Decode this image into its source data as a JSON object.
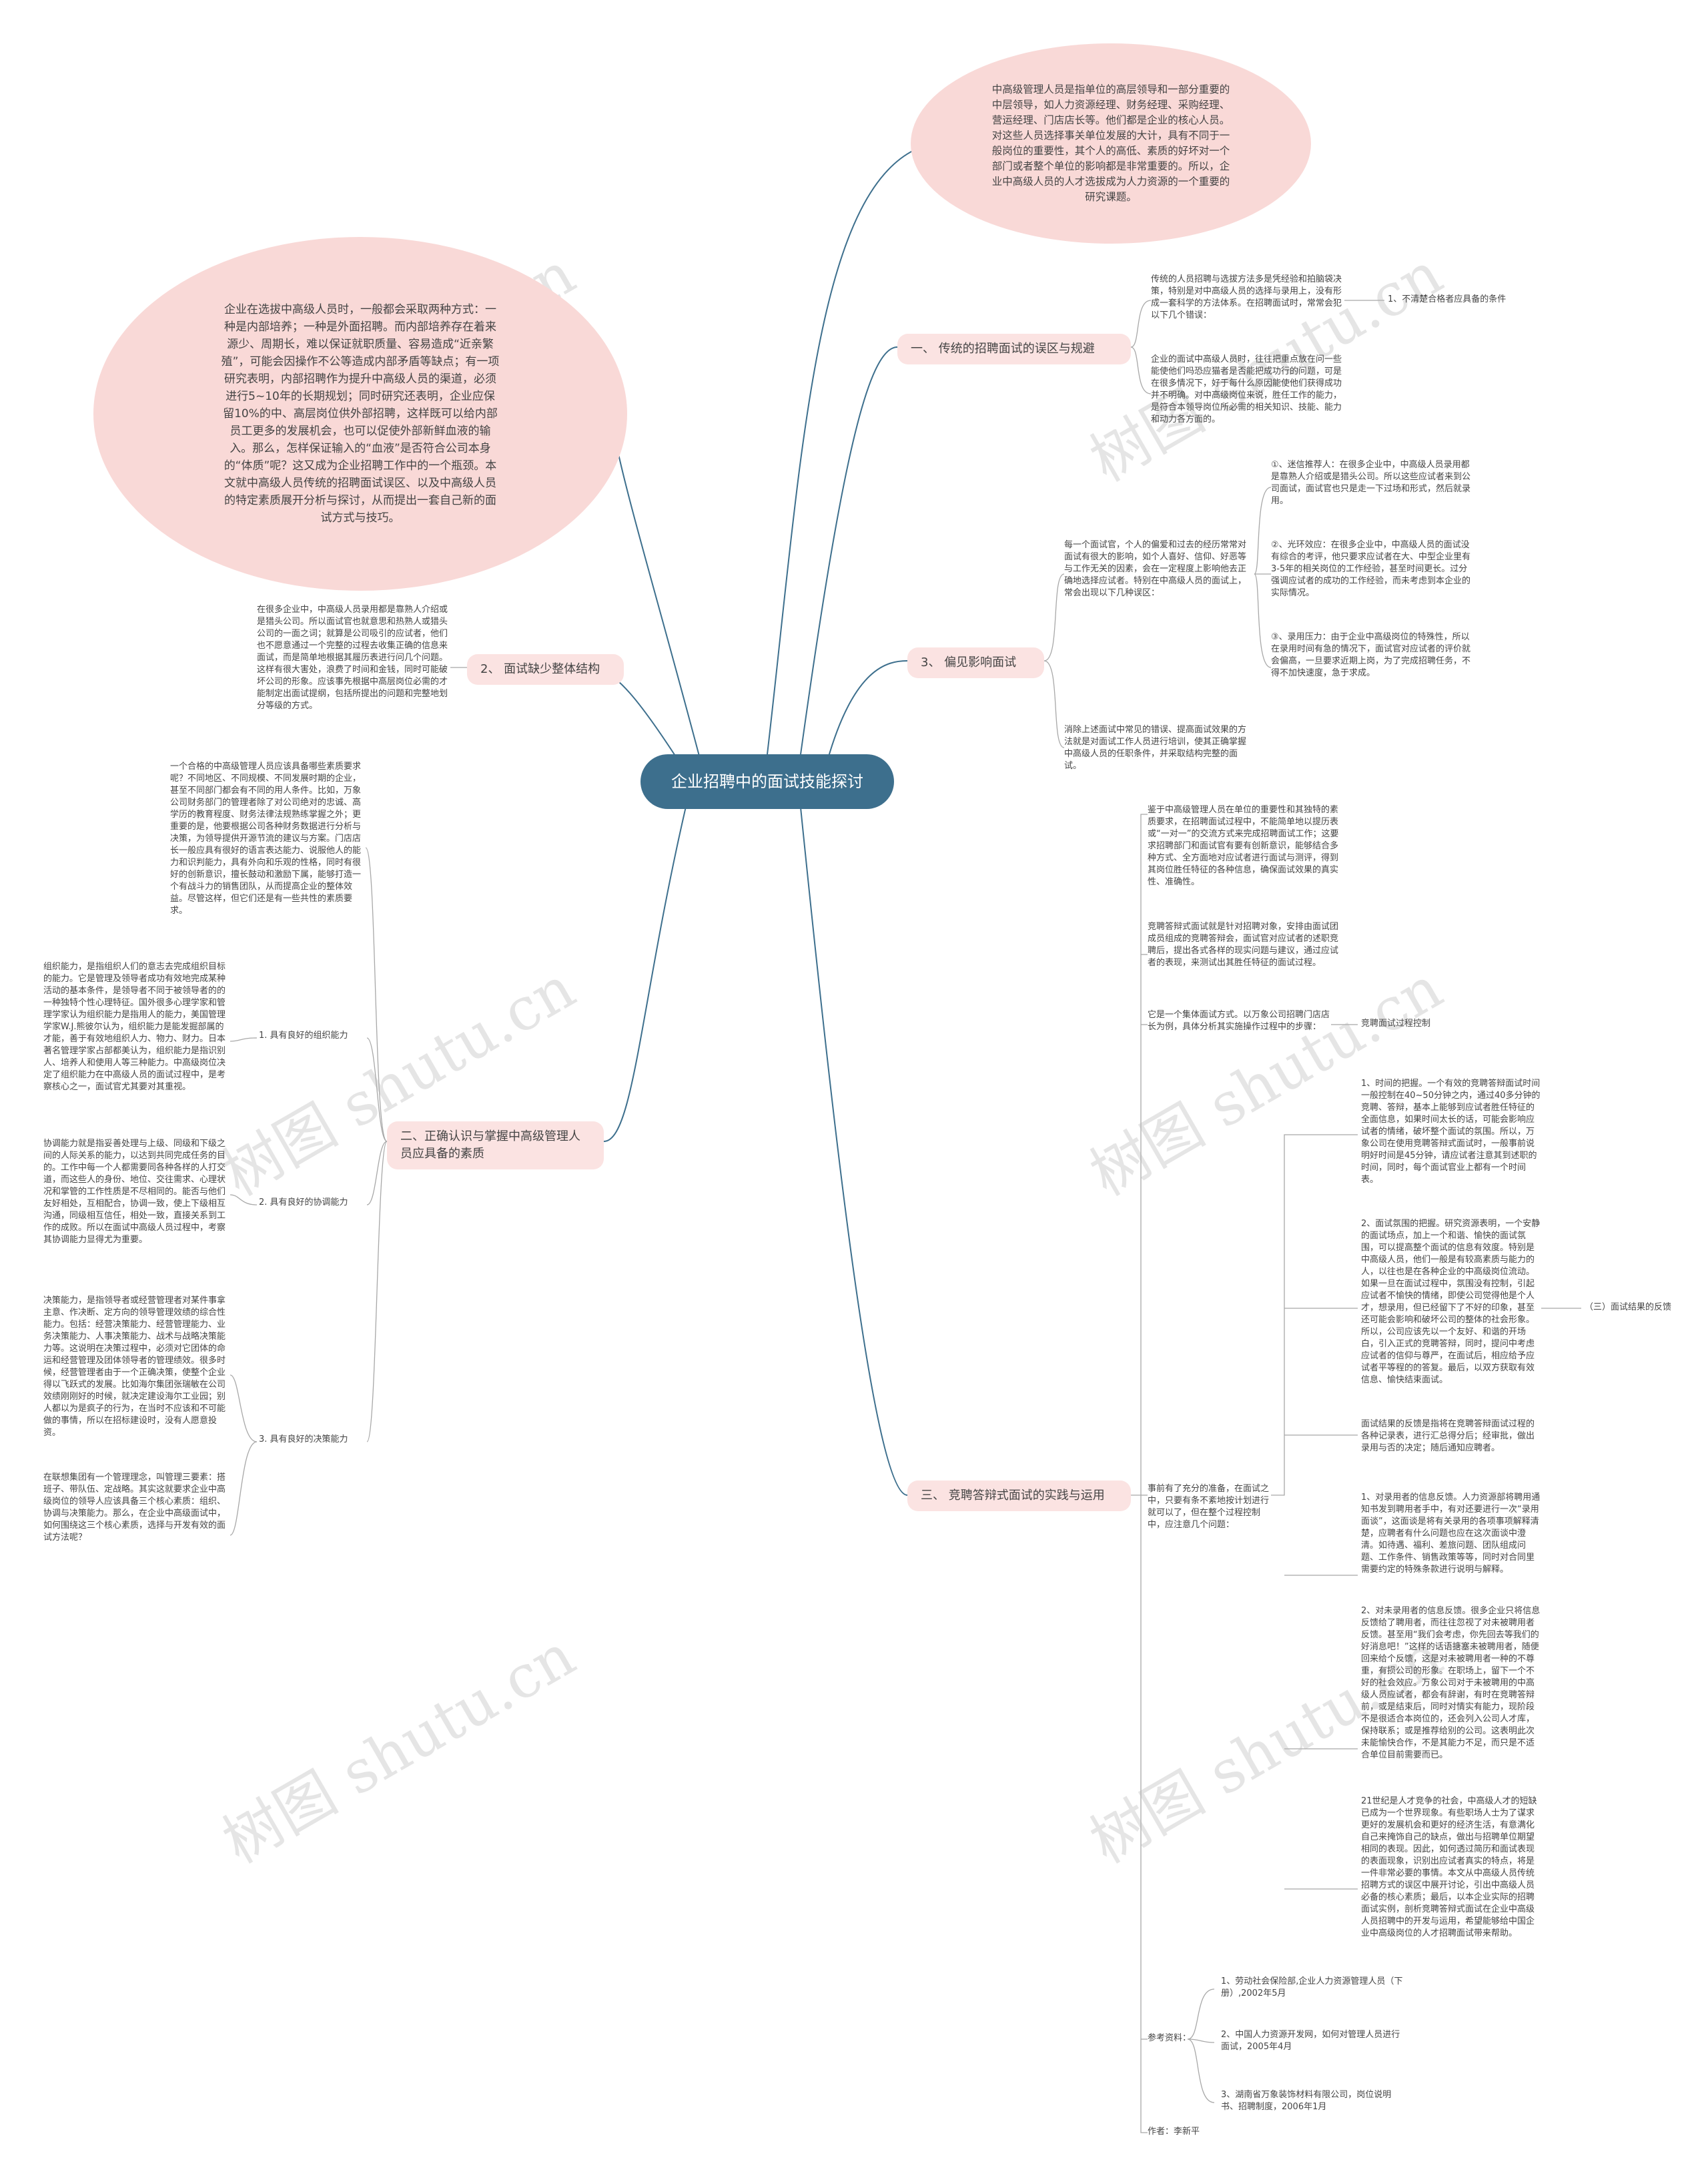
{
  "root": "企业招聘中的面试技能探讨",
  "watermark": "树图 shutu.cn",
  "intro_cloud_left": "企业在选拔中高级人员时，一般都会采取两种方式：一种是内部培养；一种是外面招聘。而内部培养存在着来源少、周期长，难以保证就职质量、容易造成“近亲繁殖”，可能会因操作不公等造成内部矛盾等缺点；有一项研究表明，内部招聘作为提升中高级人员的渠道，必须进行5~10年的长期规划；同时研究还表明，企业应保留10%的中、高层岗位供外部招聘，这样既可以给内部员工更多的发展机会，也可以促使外部新鲜血液的输入。那么，怎样保证输入的“血液”是否符合公司本身的“体质”呢？这又成为企业招聘工作中的一个瓶颈。本文就中高级人员传统的招聘面试误区、以及中高级人员的特定素质展开分析与探讨，从而提出一套自己新的面试方式与技巧。",
  "intro_cloud_top": "中高级管理人员是指单位的高层领导和一部分重要的中层领导，如人力资源经理、财务经理、采购经理、营运经理、门店店长等。他们都是企业的核心人员。对这些人员选择事关单位发展的大计，具有不同于一般岗位的重要性，其个人的高低、素质的好坏对一个部门或者整个单位的影响都是非常重要的。所以，企业中高级人员的人才选拔成为人力资源的一个重要的研究课题。",
  "branch1": {
    "label": "一、 传统的招聘面试的误区与规避",
    "text_a": "传统的人员招聘与选拔方法多是凭经验和拍脑袋决策，特别是对中高级人员的选择与录用上，没有形成一套科学的方法体系。在招聘面试时，常常会犯以下几个错误：",
    "leaf_a": "1、不清楚合格者应具备的条件",
    "text_b": "企业的面试中高级人员时，往往把重点放在问一些能使他们吗恐应猫者是否能把成功行的问题，可是在很多情况下，好于每什么原因能使他们获得成功并不明确。对中高级岗位来说，胜任工作的能力，是符合本领导岗位所必需的相关知识、技能、能力和动力各方面的。"
  },
  "branch3": {
    "label": "3、 偏见影响面试",
    "text_a": "每一个面试官，个人的偏爱和过去的经历常常对面试有很大的影响，如个人喜好、信仰、好恶等与工作无关的因素，会在一定程度上影响他去正确地选择应试者。特别在中高级人员的面试上，常会出现以下几种误区：",
    "items": [
      "①、迷信推荐人：在很多企业中，中高级人员录用都是靠熟人介绍或是猎头公司。所以这些应试者来到公司面试，面试官也只是走一下过场和形式，然后就录用。",
      "②、光环效应：在很多企业中，中高级人员的面试没有综合的考评，他只要求应试者在大、中型企业里有3-5年的相关岗位的工作经验，甚至时间更长。过分强调应试者的成功的工作经验，而未考虑到本企业的实际情况。",
      "③、录用压力：由于企业中高级岗位的特殊性，所以在录用时间有急的情况下，面试官对应试者的评价就会偏高，一旦要求近期上岗，为了完成招聘任务，不得不加快速度，急于求成。"
    ],
    "text_b": "消除上述面试中常见的错误、提高面试效果的方法就是对面试工作人员进行培训，使其正确掌握中高级人员的任职条件，并采取结构完整的面试。"
  },
  "branch2b": {
    "label": "2、 面试缺少整体结构",
    "text": "在很多企业中，中高级人员录用都是靠熟人介绍或是猎头公司。所以面试官也就意思和热熟人或猎头公司的一面之词；就算是公司吸引的应试者，他们也不愿意通过一个完整的过程去收集正确的信息来面试，而是简单地根据其履历表进行问几个问题。这样有很大害处，浪费了时间和金钱，同时可能破坏公司的形象。应该事先根据中高层岗位必需的才能制定出面试提纲，包括所提出的问题和完整地划分等级的方式。"
  },
  "branch2": {
    "label": "二、正确认识与掌握中高级管理人员应具备的素质",
    "intro": "一个合格的中高级管理人员应该具备哪些素质要求呢？不同地区、不同规模、不同发展时期的企业，甚至不同部门都会有不同的用人条件。比如，万象公司财务部门的管理者除了对公司绝对的忠诚、高学历的教育程度、财务法律法规熟练掌握之外；更重要的是，他要根据公司各种财务数据进行分析与决策，为领导提供开源节流的建议与方案。门店店长一般应具有很好的语言表达能力、说服他人的能力和识判能力，具有外向和乐观的性格，同时有很好的创新意识，擅长鼓动和激励下属，能够打造一个有战斗力的销售团队，从而提高企业的整体效益。尽管这样，但它们还是有一些共性的素质要求。",
    "sub1_label": "1. 具有良好的组织能力",
    "sub1_text": "组织能力，是指组织人们的意志去完成组织目标的能力。它是管理及领导者成功有效地完成某种活动的基本条件，是领导者不同于被领导者的的一种独特个性心理特征。国外很多心理学家和管理学家认为组织能力是指用人的能力，美国管理学家W.J.熊彼尔认为，组织能力是能发掘部属的才能，善于有效地组织人力、物力、财力。日本著名管理学家占部都美认为，组织能力是指识别人、培养人和使用人等三种能力。中高级岗位决定了组织能力在中高级人员的面试过程中，是考察核心之一，面试官尤其要对其重视。",
    "sub2_label": "2. 具有良好的协调能力",
    "sub2_text": "协调能力就是指妥善处理与上级、同级和下级之间的人际关系的能力，以达到共同完成任务的目的。工作中每一个人都需要同各种各样的人打交道，而这些人的身份、地位、交往需求、心理状况和掌管的工作性质是不尽相同的。能否与他们友好相处，互相配合，协调一致，使上下级相互沟通，同级相互信任，相处一致，直接关系到工作的成败。所以在面试中高级人员过程中，考察其协调能力显得尤为重要。",
    "sub3_label": "3. 具有良好的决策能力",
    "sub3_text": "决策能力，是指领导者或经营管理者对某件事拿主意、作决断、定方向的领导管理效绩的综合性能力。包括：经营决策能力、经营管理能力、业务决策能力、人事决策能力、战术与战略决策能力等。这说明在决策过程中，必须对它团体的命运和经营管理及团体领导者的管理绩效。很多时候，经营管理者由于一个正确决策，使整个企业得以飞跃式的发展。比如海尔集团张瑞敏在公司效绩刚刚好的时候，就决定建设海尔工业园；别人都以为是疯子的行为，在当时不应该和不可能做的事情，所以在招标建设时，没有人愿意投资。",
    "conclusion": "在联想集团有一个管理理念，叫管理三要素：搭班子、带队伍、定战略。其实这就要求企业中高级岗位的领导人应该具备三个核心素质：组织、协调与决策能力。那么，在企业中高级面试中，如何围绕这三个核心素质，选择与开发有效的面试方法呢？"
  },
  "branch3b": {
    "label": "三、 竞聘答辩式面试的实践与运用",
    "p1": "鉴于中高级管理人员在单位的重要性和其独特的素质要求，在招聘面试过程中，不能简单地以提历表或“一对一”的交流方式来完成招聘面试工作；这要求招聘部门和面试官有要有创新意识，能够结合多种方式、全方面地对应试者进行面试与测评，得到其岗位胜任特征的各种信息，确保面试效果的真实性、准确性。",
    "p2": "竞聘答辩式面试就是针对招聘对象，安排由面试团成员组成的竞聘答辩会，面试官对应试者的述职竞聘后，提出各式各样的现实问题与建议，通过应试者的表现，来测试出其胜任特征的面试过程。",
    "p3": "它是一个集体面试方式。以万象公司招聘门店店长为例，具体分析其实施操作过程中的步骤：",
    "p3_leaf": "竞聘面试过程控制",
    "p4": "事前有了充分的准备，在面试之中，只要有条不紊地按计划进行就可以了，但在整个过程控制中，应注意几个问题：",
    "points": [
      "1、时间的把握。一个有效的竞聘答辩面试时间一般控制在40~50分钟之内，通过40多分钟的竞聘、答辩，基本上能够到应试者胜任特征的全面信息，如果时间太长的话，可能会影响应试者的情绪，破坏整个面试的氛围。所以，万象公司在使用竞聘答辩式面试时，一般事前说明好时间是45分钟，请应试者注意其到述职的时间，同时，每个面试官业上都有一个时间表。",
      "2、面试氛围的把握。研究资源表明，一个安静的面试场点，加上一个和谐、愉快的面试氛围，可以提高整个面试的信息有效度。特别是中高级人员，他们一般是有较高素质与能力的人，以往也是在各种企业的中高级岗位流动。如果一旦在面试过程中，氛围没有控制，引起应试者不愉快的情绪，即使公司觉得他是个人才，想录用，但已经留下了不好的印象，甚至还可能会影响和破坏公司的整体的社会形象。所以，公司应该先以一个友好、和谐的开场白，引入正式的竞聘答辩，同时，提问中考虑应试者的信仰与尊严，在面试后，相应给予应试者平等程的的答复。最后，以双方获取有效信息、愉快结束面试。",
      "面试结果的反馈是指将在竞聘答辩面试过程的各种记录表，进行汇总得分后；经审批，做出录用与否的决定；随后通知应聘者。"
    ],
    "points_leaf": "（三）面试结果的反馈",
    "points2": [
      "1、对录用者的信息反馈。人力资源部将聘用通知书发到聘用者手中，有对还要进行一次“录用面谈”，这面谈是将有关录用的各项事项解释清楚，应聘者有什么问题也应在这次面谈中澄清。如待遇、福利、差旅问题、团队组成问题、工作条件、销售政策等等，同时对合同里需要约定的特殊条款进行说明与解释。",
      "2、对未录用者的信息反馈。很多企业只将信息反馈给了聘用者，而往往忽视了对未被聘用者反馈。甚至用“我们会考虑，你先回去等我们的好消息吧！”这样的话语搪塞未被聘用者，随便回来给个反馈，这是对未被聘用者一种的不尊重，有损公司的形象。在职场上，留下一个不好的社会效应。万象公司对于未被聘用的中高级人员应试者，都会有辞谢，有时在竞聘答辩前，或是结束后，同时对情实有能力，现阶段不是很适合本岗位的，还会列入公司人才库，保持联系；或是推荐给别的公司。这表明此次未能愉快合作，不是其能力不足，而只是不适合单位目前需要而已。",
      "21世纪是人才竞争的社会，中高级人才的短缺已成为一个世界现象。有些职场人士为了谋求更好的发展机会和更好的经济生活，有意满化自己来掩饰自己的缺点，做出与招聘单位期望相同的表现。因此，如何透过简历和面试表现的表面现象，识别出应试者真实的特点，将是一件非常必要的事情。本文从中高级人员传统招聘方式的误区中展开讨论，引出中高级人员必备的核心素质；最后，以本企业实际的招聘面试实例，剖析竞聘答辩式面试在企业中高级人员招聘中的开发与运用，希望能够给中国企业中高级岗位的人才招聘面试带来帮助。"
    ],
    "refs_label": "参考资料：",
    "refs": [
      "1、劳动社会保险部,企业人力资源管理人员（下册）,2002年5月",
      "2、中国人力资源开发网，如何对管理人员进行面试，2005年4月",
      "3、湖南省万象装饰材料有限公司，岗位说明书、招聘制度，2006年1月"
    ],
    "author": "作者：李新平"
  }
}
